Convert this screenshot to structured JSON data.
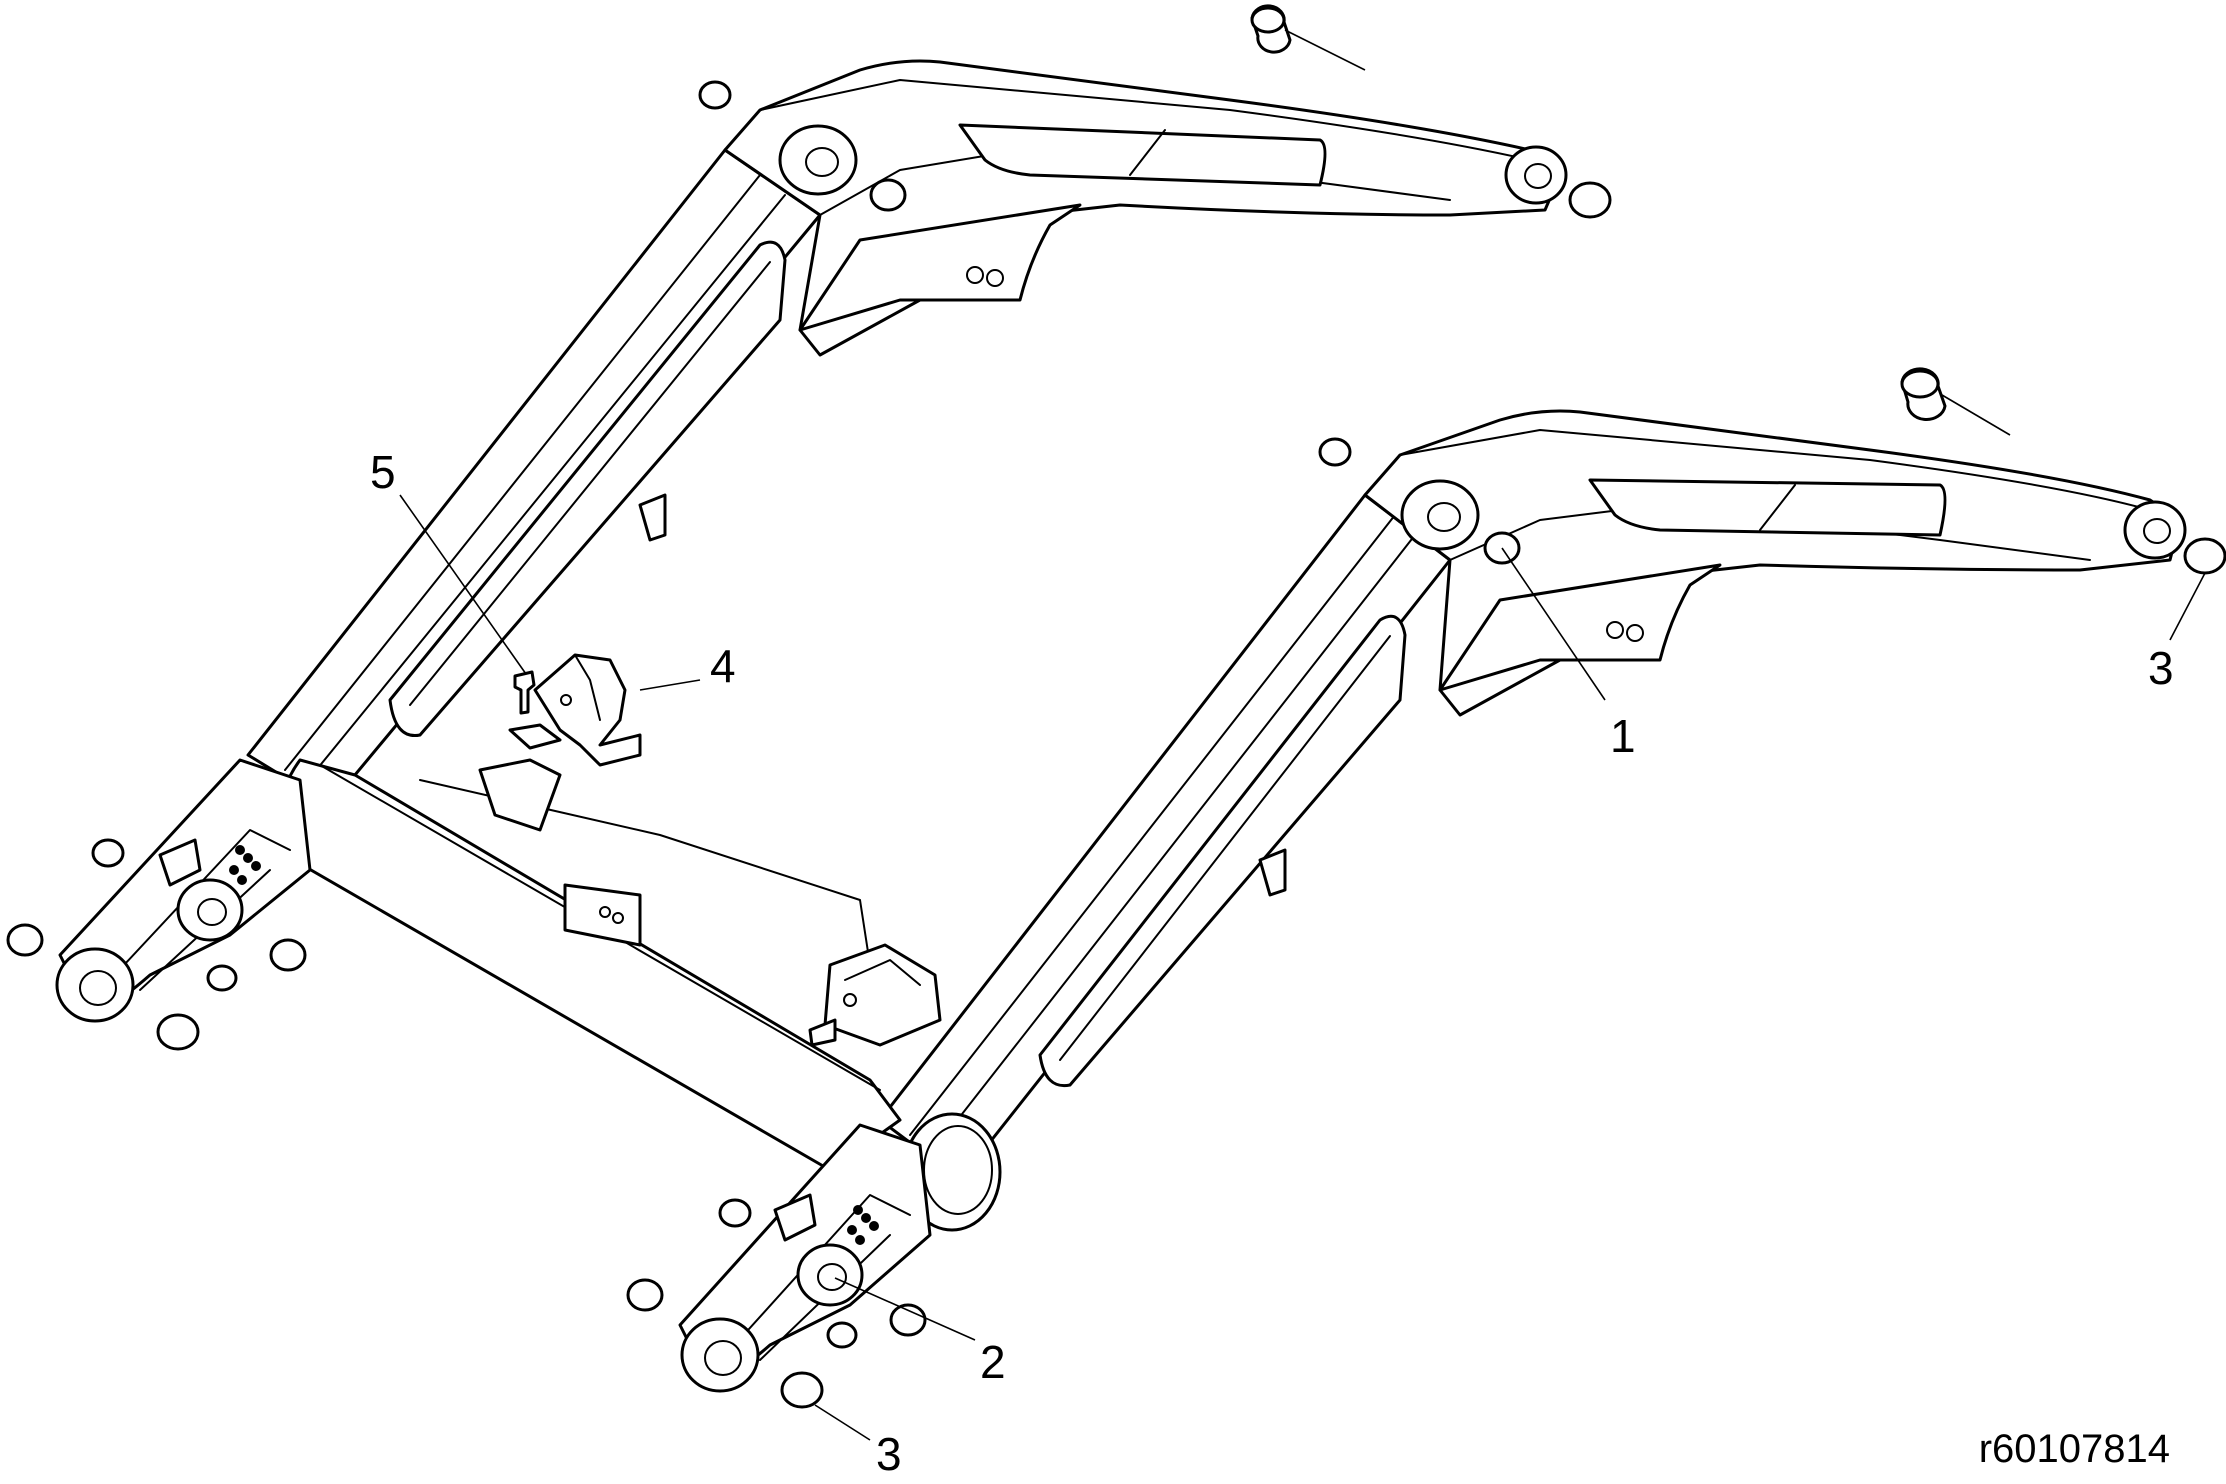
{
  "diagram": {
    "figure_id": "r60107814",
    "callouts": [
      {
        "id": "callout-1",
        "label": "1"
      },
      {
        "id": "callout-2",
        "label": "2"
      },
      {
        "id": "callout-3-right",
        "label": "3"
      },
      {
        "id": "callout-3-bottom",
        "label": "3"
      },
      {
        "id": "callout-4",
        "label": "4"
      },
      {
        "id": "callout-5",
        "label": "5"
      }
    ],
    "colors": {
      "line": "#000000",
      "background": "#ffffff"
    }
  }
}
